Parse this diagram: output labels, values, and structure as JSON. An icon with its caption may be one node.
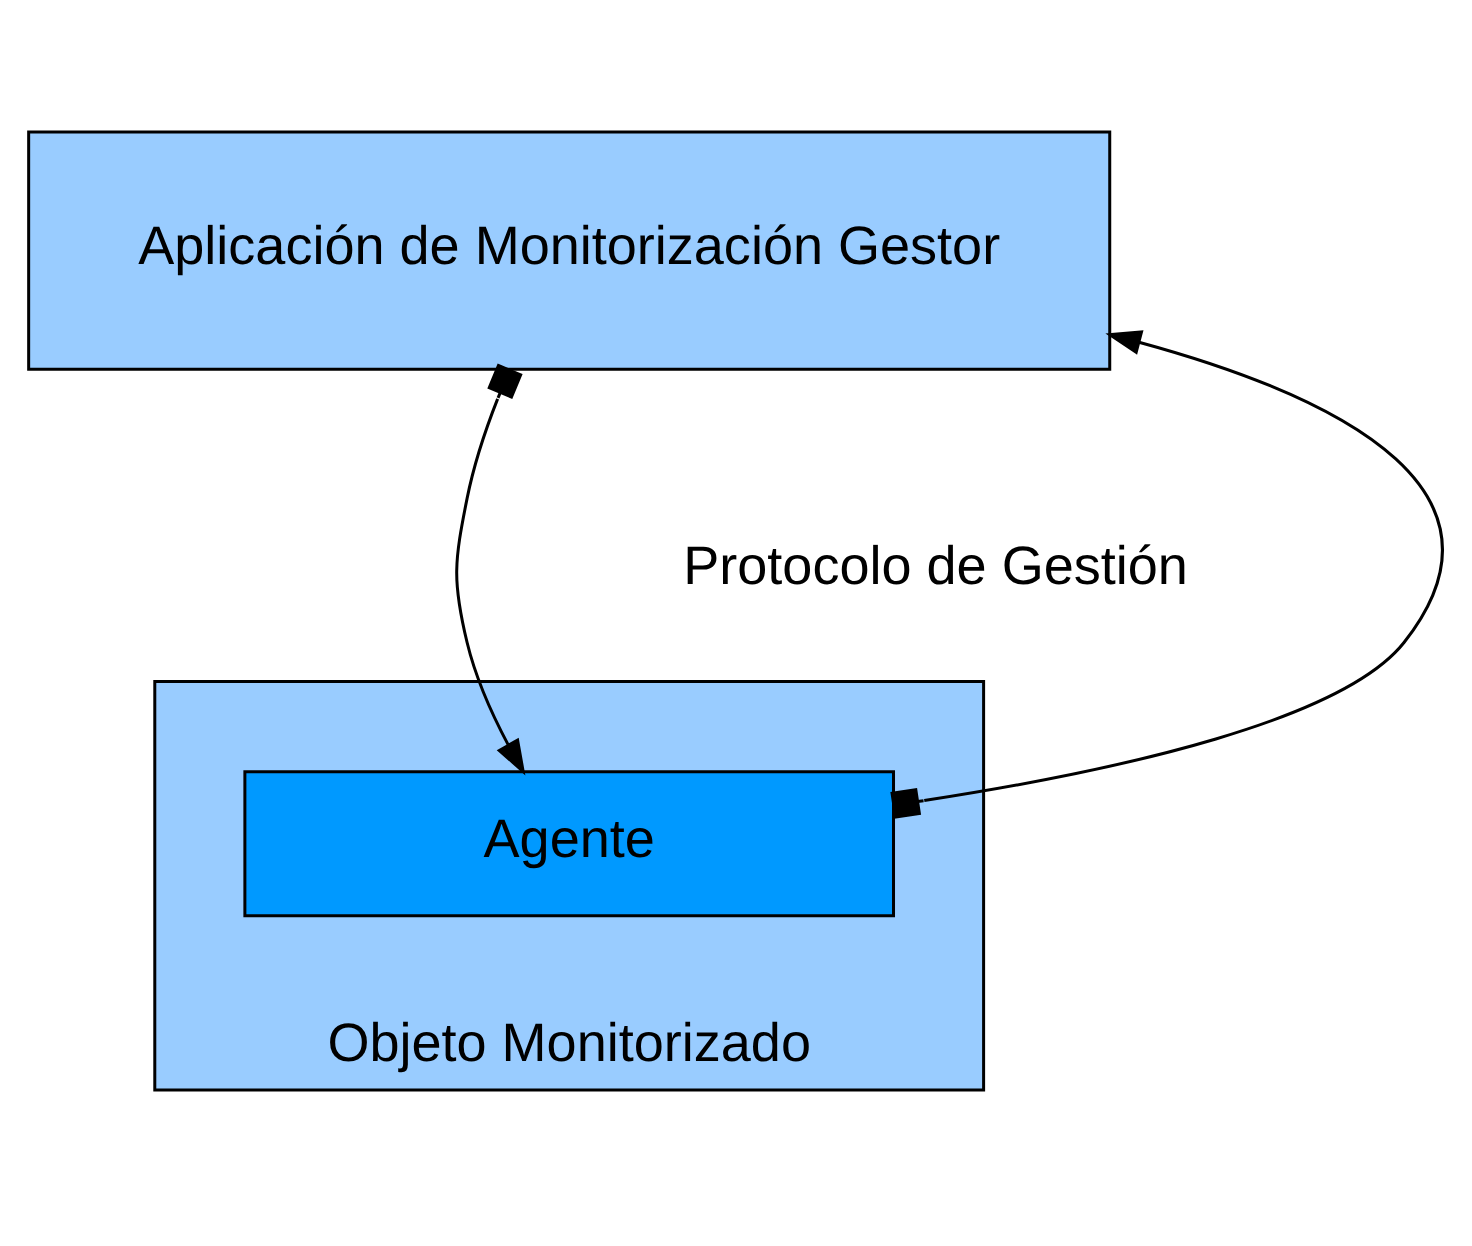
{
  "diagram": {
    "nodes": [
      {
        "text": [
          "Aplicación de Monitorización Gestor"
        ]
      },
      {
        "text": [
          "Objeto Monitorizado"
        ]
      },
      {
        "text": [
          "Agente"
        ],
        "in": 1
      }
    ],
    "edges": [
      {
        "from": 0,
        "to": 2,
        "arrow": "to"
      },
      {
        "from": 2,
        "to": 0,
        "arrow": "to"
      }
    ],
    "labels": [
      "Protocolo de Gestión"
    ]
  }
}
